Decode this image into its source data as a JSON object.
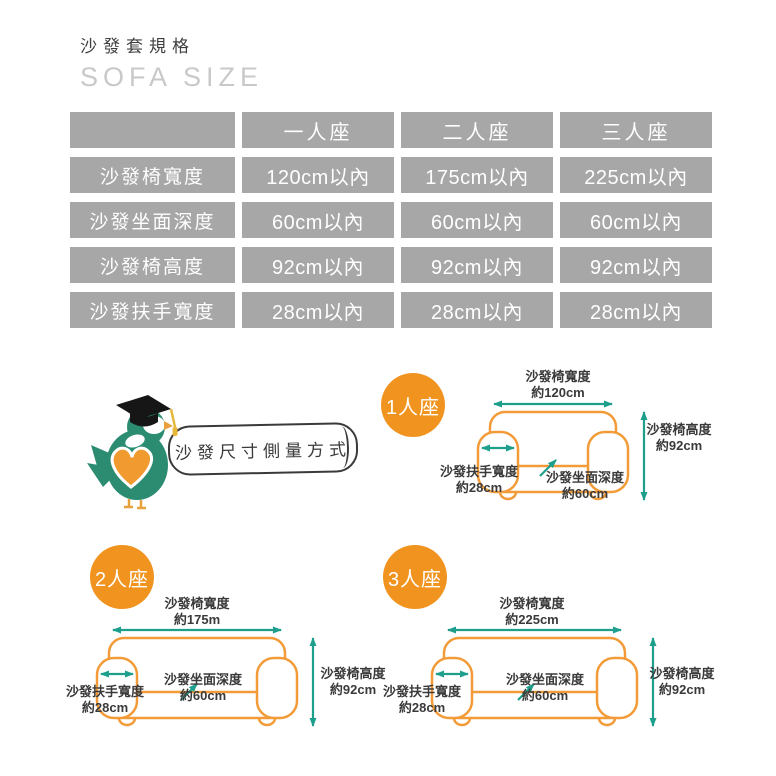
{
  "header": {
    "title_zh": "沙發套規格",
    "title_en": "SOFA SIZE"
  },
  "table": {
    "columns": [
      "一人座",
      "二人座",
      "三人座"
    ],
    "rows": [
      {
        "label": "沙發椅寬度",
        "values": [
          "120cm以內",
          "175cm以內",
          "225cm以內"
        ]
      },
      {
        "label": "沙發坐面深度",
        "values": [
          "60cm以內",
          "60cm以內",
          "60cm以內"
        ]
      },
      {
        "label": "沙發椅高度",
        "values": [
          "92cm以內",
          "92cm以內",
          "92cm以內"
        ]
      },
      {
        "label": "沙發扶手寬度",
        "values": [
          "28cm以內",
          "28cm以內",
          "28cm以內"
        ]
      }
    ]
  },
  "measure_section": {
    "bubble_text": "沙發尺寸側量方式",
    "mascot": "graduate-bird-mascot"
  },
  "diagrams": [
    {
      "badge": "1人座",
      "width_label": "沙發椅寬度",
      "width_value": "約120cm",
      "arm_label": "沙發扶手寬度",
      "arm_value": "約28cm",
      "depth_label": "沙發坐面深度",
      "depth_value": "約60cm",
      "height_label": "沙發椅高度",
      "height_value": "約92cm"
    },
    {
      "badge": "2人座",
      "width_label": "沙發椅寬度",
      "width_value": "約175m",
      "arm_label": "沙發扶手寬度",
      "arm_value": "約28cm",
      "depth_label": "沙發坐面深度",
      "depth_value": "約60cm",
      "height_label": "沙發椅高度",
      "height_value": "約92cm"
    },
    {
      "badge": "3人座",
      "width_label": "沙發椅寬度",
      "width_value": "約225cm",
      "arm_label": "沙發扶手寬度",
      "arm_value": "約28cm",
      "depth_label": "沙發坐面深度",
      "depth_value": "約60cm",
      "height_label": "沙發椅高度",
      "height_value": "約92cm"
    }
  ],
  "colors": {
    "table_gray": "#a7a7a7",
    "badge_orange": "#f0941f",
    "sofa_line_orange": "#f29b38",
    "arrow_teal": "#1d9f8c",
    "label_text": "#3a3a3a",
    "subtitle_gray": "#c9c9c9"
  }
}
